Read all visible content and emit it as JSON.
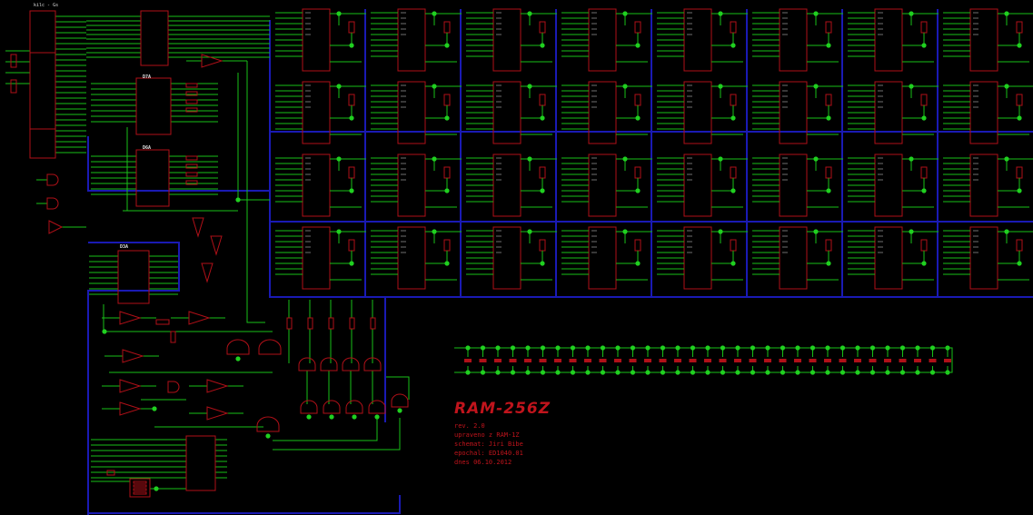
{
  "schematic": {
    "connector_label": "kilc - Gs",
    "chip_labels": [
      "D7A",
      "D6A",
      "D3A"
    ],
    "memory_grid": {
      "columns": 8,
      "rows": 4
    },
    "colors": {
      "wire": "#18c018",
      "part": "#b01018",
      "bus": "#1a1ab4",
      "junction": "#20d020",
      "text": "#dcdcdc"
    }
  },
  "title_block": {
    "title": "RAM-256Z",
    "lines": [
      "rev. 2.0",
      "upraveno z RAM-1Z",
      "schemat: Jiri Bibe",
      "epochal: ED1040.01",
      "dnes 06.10.2012"
    ]
  }
}
